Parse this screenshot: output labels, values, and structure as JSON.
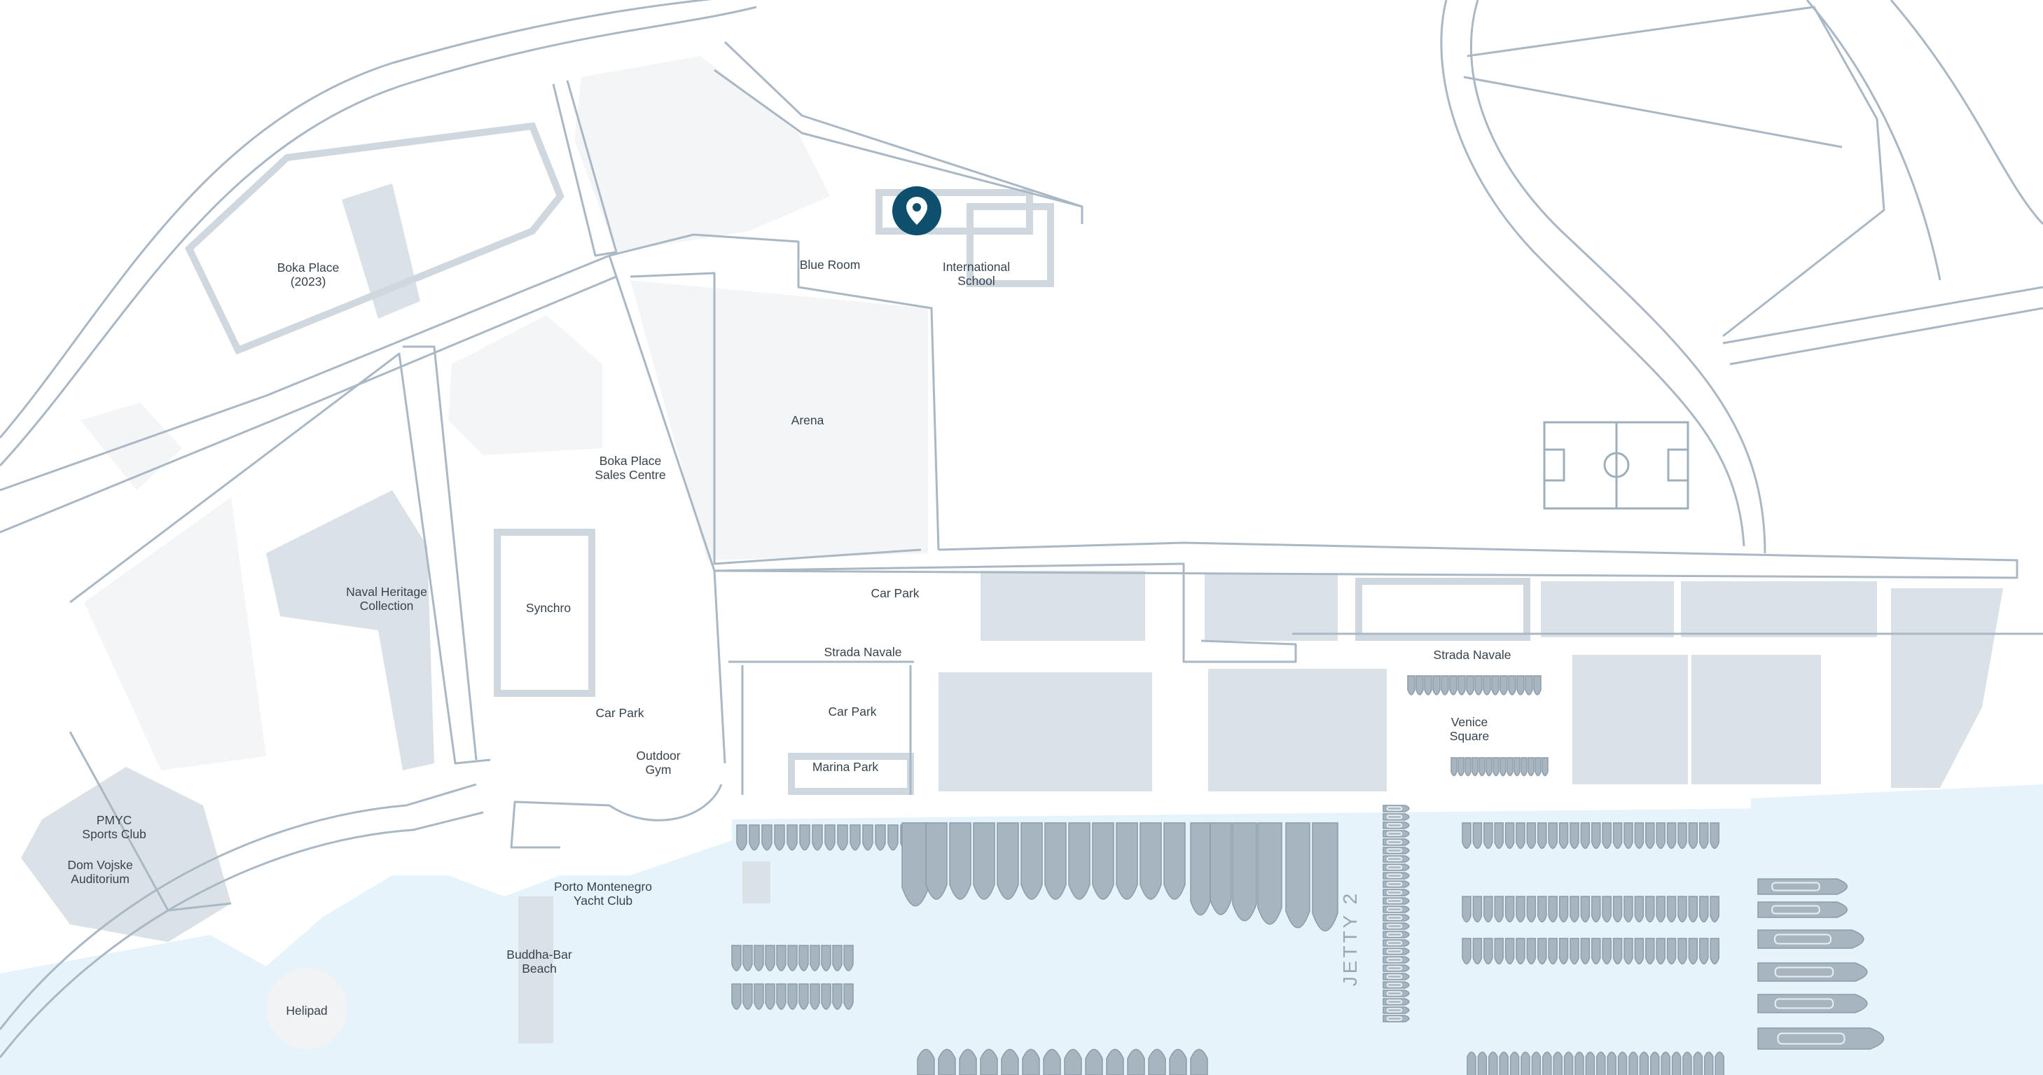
{
  "map": {
    "labels": [
      {
        "id": "boka-place",
        "text": "Boka Place\n(2023)"
      },
      {
        "id": "blue-room",
        "text": "Blue Room"
      },
      {
        "id": "international-school",
        "text": "International\nSchool"
      },
      {
        "id": "arena",
        "text": "Arena"
      },
      {
        "id": "boka-place-sales-centre",
        "text": "Boka Place\nSales Centre"
      },
      {
        "id": "naval-heritage-collection",
        "text": "Naval Heritage\nCollection"
      },
      {
        "id": "synchro",
        "text": "Synchro"
      },
      {
        "id": "car-park-west",
        "text": "Car Park"
      },
      {
        "id": "outdoor-gym",
        "text": "Outdoor\nGym"
      },
      {
        "id": "car-park-north",
        "text": "Car Park"
      },
      {
        "id": "strada-navale-west",
        "text": "Strada Navale"
      },
      {
        "id": "car-park-central",
        "text": "Car Park"
      },
      {
        "id": "marina-park",
        "text": "Marina Park"
      },
      {
        "id": "strada-navale-east",
        "text": "Strada Navale"
      },
      {
        "id": "venice-square",
        "text": "Venice\nSquare"
      },
      {
        "id": "pmyc-sports-club",
        "text": "PMYC\nSports Club"
      },
      {
        "id": "dom-vojske-auditorium",
        "text": "Dom Vojske\nAuditorium"
      },
      {
        "id": "porto-montenegro-yacht-club",
        "text": "Porto Montenegro\nYacht Club"
      },
      {
        "id": "buddha-bar-beach",
        "text": "Buddha-Bar\nBeach"
      },
      {
        "id": "helipad",
        "text": "Helipad"
      },
      {
        "id": "jetty-2",
        "text": "JETTY 2"
      }
    ],
    "pin": {
      "icon": "location-pin-icon",
      "color": "#0d4f6d",
      "location": "International School"
    },
    "colors": {
      "water": "#e6f3fb",
      "road": "#a9b8c4",
      "building": "#dbe2e7",
      "boat": "#a7b5c0"
    }
  }
}
